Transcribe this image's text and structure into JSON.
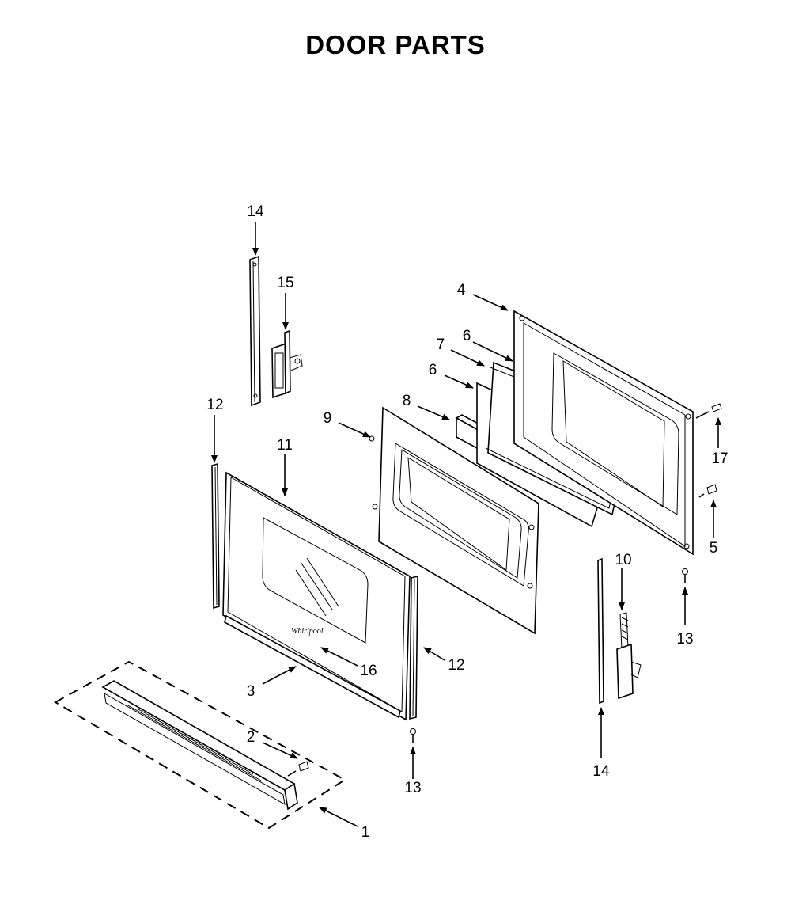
{
  "title": "DOOR PARTS",
  "callouts": [
    {
      "id": "c14a",
      "text": "14"
    },
    {
      "id": "c15",
      "text": "15"
    },
    {
      "id": "c12a",
      "text": "12"
    },
    {
      "id": "c11",
      "text": "11"
    },
    {
      "id": "c9",
      "text": "9"
    },
    {
      "id": "c8",
      "text": "8"
    },
    {
      "id": "c6a",
      "text": "6"
    },
    {
      "id": "c7",
      "text": "7"
    },
    {
      "id": "c6b",
      "text": "6"
    },
    {
      "id": "c4",
      "text": "4"
    },
    {
      "id": "c17",
      "text": "17"
    },
    {
      "id": "c5",
      "text": "5"
    },
    {
      "id": "c10",
      "text": "10"
    },
    {
      "id": "c13a",
      "text": "13"
    },
    {
      "id": "c16",
      "text": "16"
    },
    {
      "id": "c12b",
      "text": "12"
    },
    {
      "id": "c3",
      "text": "3"
    },
    {
      "id": "c2",
      "text": "2"
    },
    {
      "id": "c13b",
      "text": "13"
    },
    {
      "id": "c14b",
      "text": "14"
    },
    {
      "id": "c1",
      "text": "1"
    }
  ]
}
